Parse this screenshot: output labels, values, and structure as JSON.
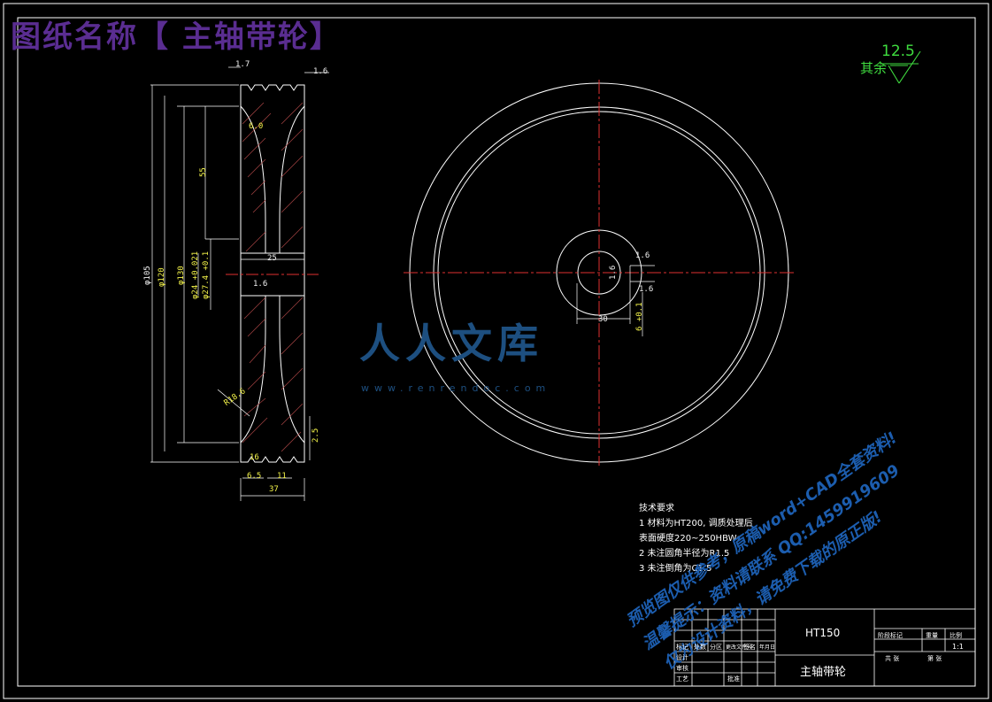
{
  "title": "图纸名称【 主轴带轮】",
  "roughness": {
    "prefix": "其余",
    "value": "12.5"
  },
  "section_view": {
    "dims": [
      "1.7",
      "1.6",
      "6.0",
      "55",
      "25",
      "1.6",
      "R18.6",
      "6.5",
      "11",
      "37",
      "2.5",
      "16",
      "φ105",
      "φ120",
      "φ130",
      "φ24 +0.021",
      "φ27.4 +0.1"
    ]
  },
  "front_view": {
    "dims": [
      "1.6",
      "1.6",
      "1.6",
      "30",
      "6 +0.1"
    ]
  },
  "requirements": {
    "heading": "技术要求",
    "lines": [
      "1 材料为HT200, 调质处理后",
      "  表面硬度220~250HBW;",
      "2 未注圆角半径为R1.5",
      "3 未注倒角为C1.5"
    ]
  },
  "watermark": {
    "logo": "人人文库",
    "url": "www.renrendoc.com",
    "lines": [
      "预览图仅供参考，原稿word+CAD全套资料!",
      "温馨提示：资料请联系 QQ:1459919609",
      "仅为设计资料，请免费下载的原正版!"
    ]
  },
  "title_block": {
    "material": "HT150",
    "part_name": "主轴带轮",
    "scale": "1:1",
    "cells": {
      "mark": "阶段标记",
      "weight": "重量",
      "ratio": "比例",
      "sheet": "共 张",
      "sheet_no": "第 张"
    },
    "rows": [
      "设计",
      "审核",
      "工艺",
      "批准"
    ],
    "header": [
      "标记",
      "处数",
      "分区",
      "更改文件号",
      "签名",
      "年月日"
    ]
  }
}
